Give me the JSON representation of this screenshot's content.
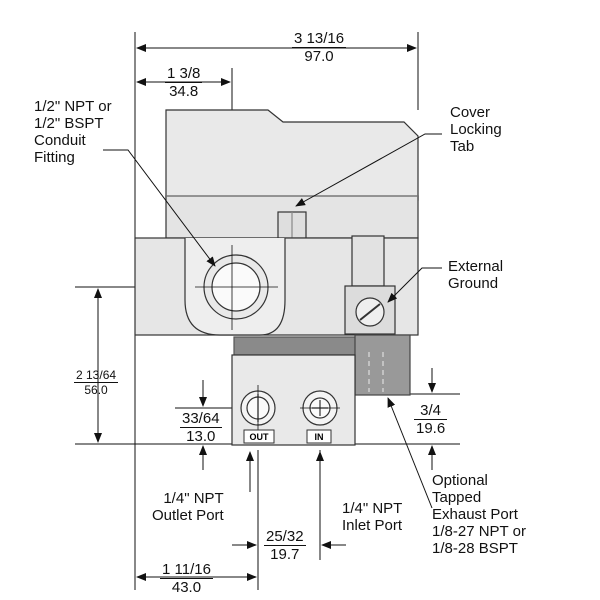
{
  "dimensions": {
    "overall_width": {
      "imperial": "3 13/16",
      "metric": "97.0"
    },
    "conduit_offset": {
      "imperial": "1 3/8",
      "metric": "34.8"
    },
    "overall_height": {
      "imperial": "2 13/64",
      "metric": "56.0"
    },
    "outlet_height": {
      "imperial": "33/64",
      "metric": "13.0"
    },
    "exhaust_height": {
      "imperial": "3/4",
      "metric": "19.6"
    },
    "port_spacing": {
      "imperial": "25/32",
      "metric": "19.7"
    },
    "outlet_offset": {
      "imperial": "1 11/16",
      "metric": "43.0"
    }
  },
  "callouts": {
    "conduit_fitting": [
      "1/2\" NPT or",
      "1/2\" BSPT",
      "Conduit",
      "Fitting"
    ],
    "cover_tab": [
      "Cover",
      "Locking",
      "Tab"
    ],
    "external_ground": [
      "External",
      "Ground"
    ],
    "outlet_port": [
      "1/4\" NPT",
      "Outlet Port"
    ],
    "inlet_port": [
      "1/4\" NPT",
      "Inlet Port"
    ],
    "exhaust_port": [
      "Optional",
      "Tapped",
      "Exhaust Port",
      "1/8-27 NPT or",
      "1/8-28 BSPT"
    ]
  },
  "port_tags": {
    "outlet": "OUT",
    "inlet": "IN"
  }
}
